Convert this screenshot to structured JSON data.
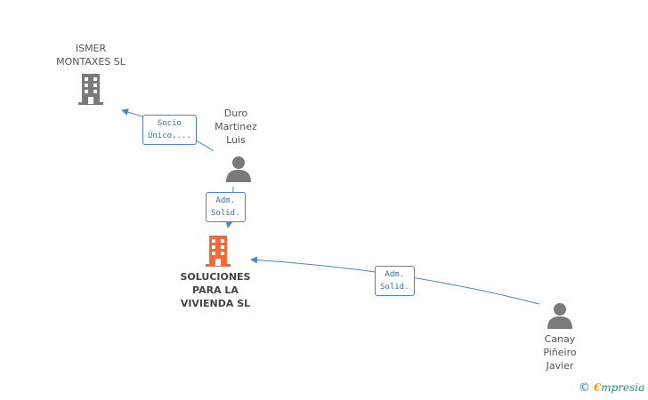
{
  "nodes": {
    "ismer": {
      "label_lines": [
        "ISMER",
        "MONTAXES SL"
      ],
      "icon": "building-icon",
      "color": "#7a7a7a"
    },
    "duro": {
      "label_lines": [
        "Duro",
        "Martinez",
        "Luis"
      ],
      "icon": "person-icon",
      "color": "#7a7a7a"
    },
    "soluciones": {
      "label_lines": [
        "SOLUCIONES",
        "PARA LA",
        "VIVIENDA SL"
      ],
      "icon": "building-icon",
      "color": "#f26a3a"
    },
    "canay": {
      "label_lines": [
        "Canay",
        "Piñeiro",
        "Javier"
      ],
      "icon": "person-icon",
      "color": "#7a7a7a"
    }
  },
  "edges": {
    "duro_ismer": {
      "label_lines": [
        "Socio",
        "Único,..."
      ]
    },
    "duro_soluciones": {
      "label_lines": [
        "Adm.",
        "Solid."
      ]
    },
    "canay_soluciones": {
      "label_lines": [
        "Adm.",
        "Solid."
      ]
    }
  },
  "colors": {
    "edge": "#4a86c8"
  },
  "brand": {
    "copyright": "©",
    "e": "€",
    "rest": "mpresia"
  }
}
